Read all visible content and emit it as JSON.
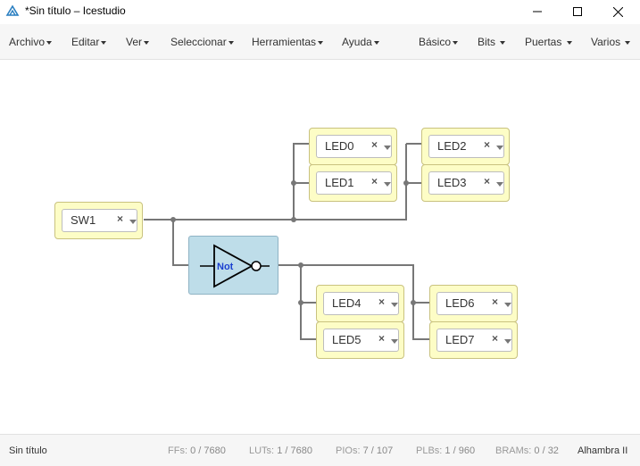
{
  "window": {
    "title": "*Sin título – Icestudio",
    "minimize": "—",
    "maximize": "☐",
    "close": "✕"
  },
  "menu": {
    "left": [
      "Archivo",
      "Editar",
      "Ver",
      "Seleccionar",
      "Herramientas",
      "Ayuda"
    ],
    "right": [
      "Básico",
      "Bits",
      "Puertas",
      "Varios"
    ]
  },
  "blocks": {
    "sw1": {
      "label": "SW1"
    },
    "led0": {
      "label": "LED0"
    },
    "led1": {
      "label": "LED1"
    },
    "led2": {
      "label": "LED2"
    },
    "led3": {
      "label": "LED3"
    },
    "led4": {
      "label": "LED4"
    },
    "led5": {
      "label": "LED5"
    },
    "led6": {
      "label": "LED6"
    },
    "led7": {
      "label": "LED7"
    },
    "remove_glyph": "×"
  },
  "gate": {
    "label": "Not"
  },
  "status": {
    "filename": "Sin título",
    "ffs_label": "FFs:",
    "ffs_value": "0 / 7680",
    "luts_label": "LUTs:",
    "luts_value": "1 / 7680",
    "pios_label": "PIOs:",
    "pios_value": "7 / 107",
    "plbs_label": "PLBs:",
    "plbs_value": "1 / 960",
    "brams_label": "BRAMs:",
    "brams_value": "0 / 32",
    "board": "Alhambra II"
  },
  "colors": {
    "block_fill": "#fdfdc6",
    "gate_fill": "#bedde9",
    "gate_text": "#1a3fd0",
    "wire": "#777777"
  }
}
